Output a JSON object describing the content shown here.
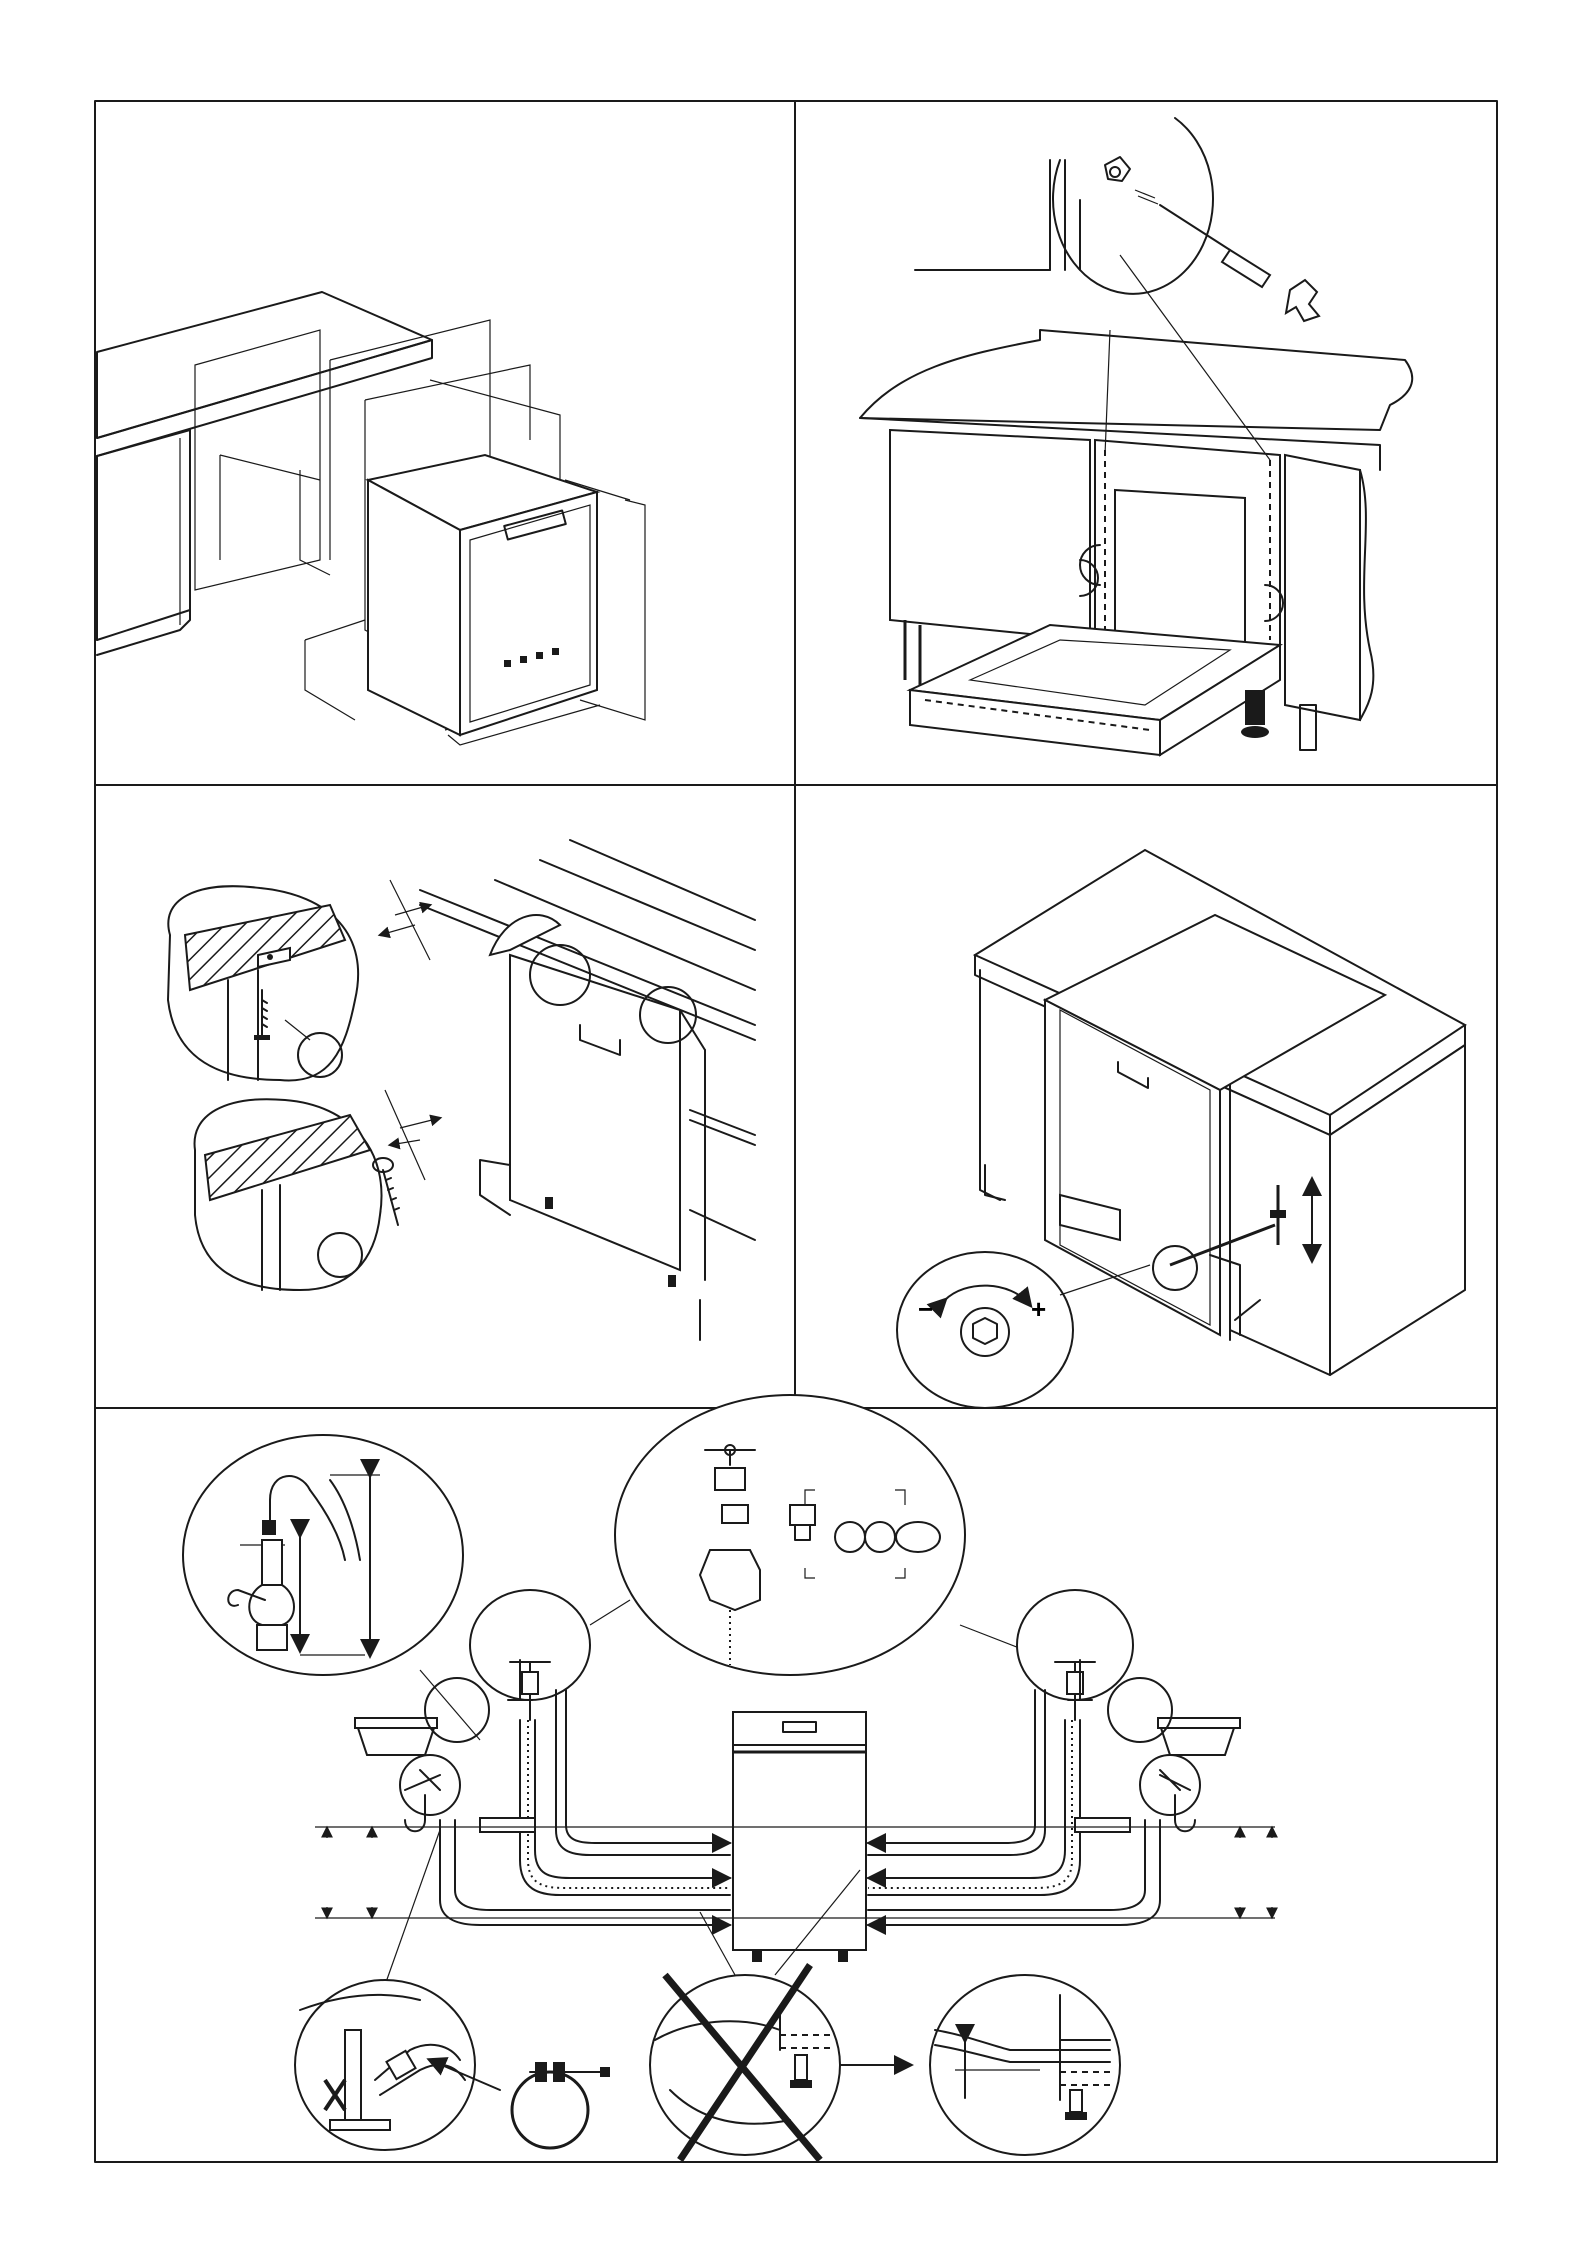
{
  "panels": [
    {
      "id": "panel-1",
      "subject": "cabinet-recess-measurement"
    },
    {
      "id": "panel-2",
      "subject": "side-panel-screw-fixing"
    },
    {
      "id": "panel-3",
      "subject": "worktop-fixing-screws"
    },
    {
      "id": "panel-4",
      "subject": "foot-height-adjustment"
    },
    {
      "id": "panel-5",
      "subject": "water-supply-and-drain-connection"
    }
  ],
  "symbols": {
    "minus": "−",
    "plus": "+"
  },
  "icons": [
    "dishwasher-icon",
    "screwdriver-icon",
    "tap-icon",
    "siphon-icon",
    "hose-clamp-icon",
    "adjustable-foot-icon",
    "hex-key-icon",
    "cross-icon",
    "arrow-icon"
  ],
  "colors": {
    "line": "#1a1a1a",
    "background": "#ffffff"
  }
}
